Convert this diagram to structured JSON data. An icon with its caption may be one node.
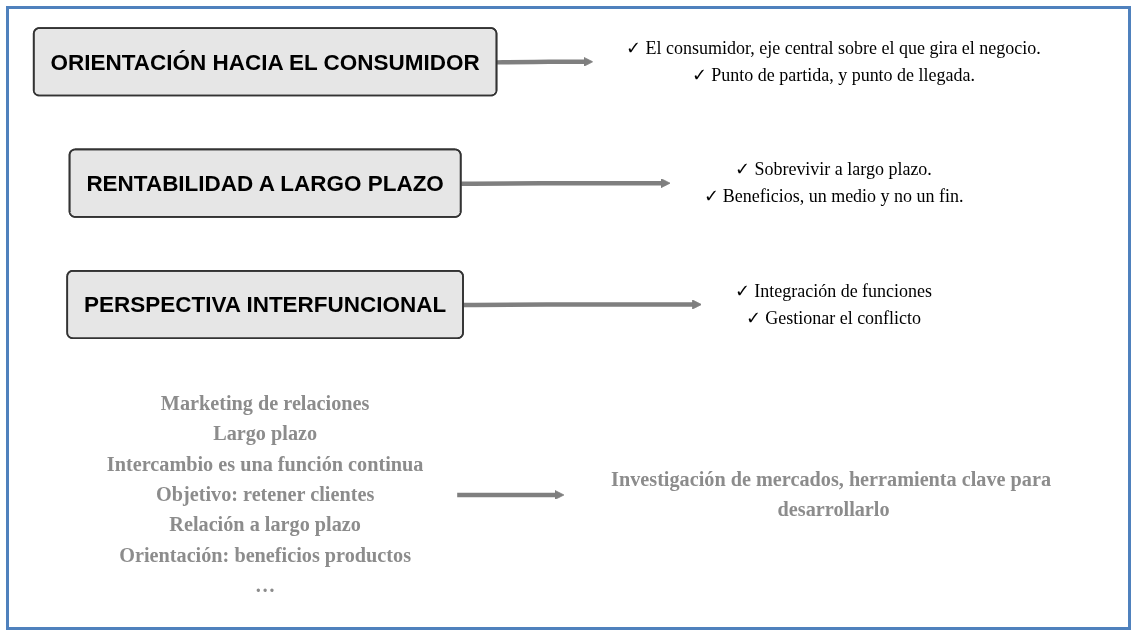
{
  "diagram": {
    "nodes": [
      {
        "text": [
          "ORIENTACIÓN HACIA EL CONSUMIDOR"
        ]
      },
      {
        "text": [
          "✓ El consumidor, eje central sobre el que gira el negocio.",
          "✓ Punto de partida, y punto de llegada."
        ]
      },
      {
        "text": [
          "RENTABILIDAD A LARGO PLAZO"
        ]
      },
      {
        "text": [
          "✓ Sobrevivir a largo plazo.",
          "✓ Beneficios, un medio y no un fin."
        ]
      },
      {
        "text": [
          "PERSPECTIVA INTERFUNCIONAL"
        ]
      },
      {
        "text": [
          "✓ Integración de funciones",
          "✓ Gestionar el conflicto"
        ]
      },
      {
        "text": [
          "Marketing de relaciones",
          "Largo plazo",
          "Intercambio es una función continua",
          "Objetivo: retener clientes",
          "Relación a largo plazo",
          "Orientación: beneficios productos",
          "…"
        ]
      },
      {
        "text": [
          "Investigación de mercados, herramienta clave para desarrollarlo"
        ]
      }
    ],
    "edges": [
      {
        "from": 0,
        "to": 1,
        "arrow": "to"
      },
      {
        "from": 2,
        "to": 3,
        "arrow": "to"
      },
      {
        "from": 4,
        "to": 5,
        "arrow": "to"
      },
      {
        "from": 6,
        "to": 7,
        "arrow": "to"
      }
    ]
  }
}
